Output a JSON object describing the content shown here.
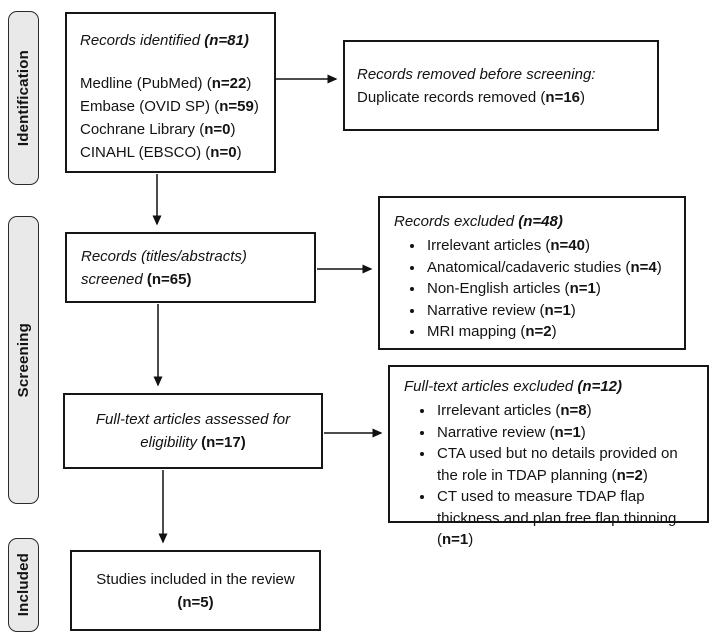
{
  "stages": {
    "identification": "Identification",
    "screening": "Screening",
    "included": "Included"
  },
  "identified": {
    "heading_pre": "Records identified ",
    "heading_n": "(n=81)",
    "lines": [
      {
        "pre": "Medline (PubMed) (",
        "n": "n=22",
        "post": ")"
      },
      {
        "pre": "Embase (OVID SP) (",
        "n": "n=59",
        "post": ")"
      },
      {
        "pre": "Cochrane Library (",
        "n": "n=0",
        "post": ")"
      },
      {
        "pre": "CINAHL (EBSCO) (",
        "n": "n=0",
        "post": ")"
      }
    ]
  },
  "removed": {
    "line1": "Records removed before screening:",
    "line2_pre": "Duplicate records removed (",
    "line2_n": "n=16",
    "line2_post": ")"
  },
  "screened": {
    "line1": "Records (titles/abstracts)",
    "line2_pre": "screened ",
    "line2_n": "(n=65)"
  },
  "records_excluded": {
    "heading_pre": "Records excluded ",
    "heading_n": "(n=48)",
    "items": [
      {
        "pre": "Irrelevant articles (",
        "n": "n=40",
        "post": ")"
      },
      {
        "pre": "Anatomical/cadaveric studies (",
        "n": "n=4",
        "post": ")"
      },
      {
        "pre": "Non-English articles (",
        "n": "n=1",
        "post": ")"
      },
      {
        "pre": "Narrative review (",
        "n": "n=1",
        "post": ")"
      },
      {
        "pre": "MRI mapping (",
        "n": "n=2",
        "post": ")"
      }
    ]
  },
  "fulltext": {
    "line1": "Full-text articles assessed for",
    "line2_pre": "eligibility ",
    "line2_n": "(n=17)"
  },
  "fulltext_excluded": {
    "heading_pre": "Full-text articles excluded ",
    "heading_n": "(n=12)",
    "items": [
      {
        "pre": "Irrelevant articles (",
        "n": "n=8",
        "post": ")"
      },
      {
        "pre": "Narrative review (",
        "n": "n=1",
        "post": ")"
      },
      {
        "pre": "CTA used but no details provided on the role in TDAP planning (",
        "n": "n=2",
        "post": ")"
      },
      {
        "pre": "CT used to measure TDAP flap thickness and plan free flap thinning (",
        "n": "n=1",
        "post": ")"
      }
    ]
  },
  "included_box": {
    "line1": "Studies included in the review",
    "line2_pre": "(",
    "line2_n": "n=5",
    "line2_post": ")"
  },
  "colors": {
    "stage_fill": "#e9e9e9",
    "box_border": "#161616",
    "arrow": "#111111",
    "background": "#ffffff"
  }
}
